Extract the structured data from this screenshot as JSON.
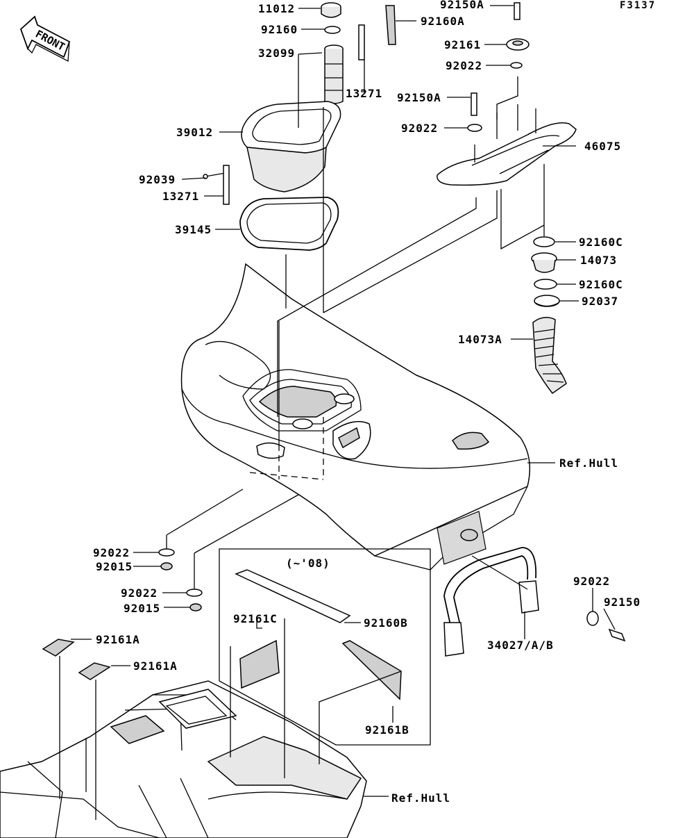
{
  "diagram_code": "F3137",
  "front_label": "FRONT",
  "model_note": "(~'08)",
  "ref_hull_labels": [
    "Ref.Hull",
    "Ref.Hull"
  ],
  "callouts": [
    "11012",
    "92160",
    "32099",
    "13271",
    "39012",
    "92039",
    "13271",
    "39145",
    "92150A",
    "92160A",
    "92161",
    "92022",
    "92150A",
    "92022",
    "46075",
    "92160C",
    "14073",
    "92160C",
    "92037",
    "14073A",
    "92022",
    "92015",
    "92022",
    "92015",
    "92161A",
    "92161A",
    "92161C",
    "92160B",
    "92161B",
    "92022",
    "92150",
    "34027/A/B"
  ]
}
